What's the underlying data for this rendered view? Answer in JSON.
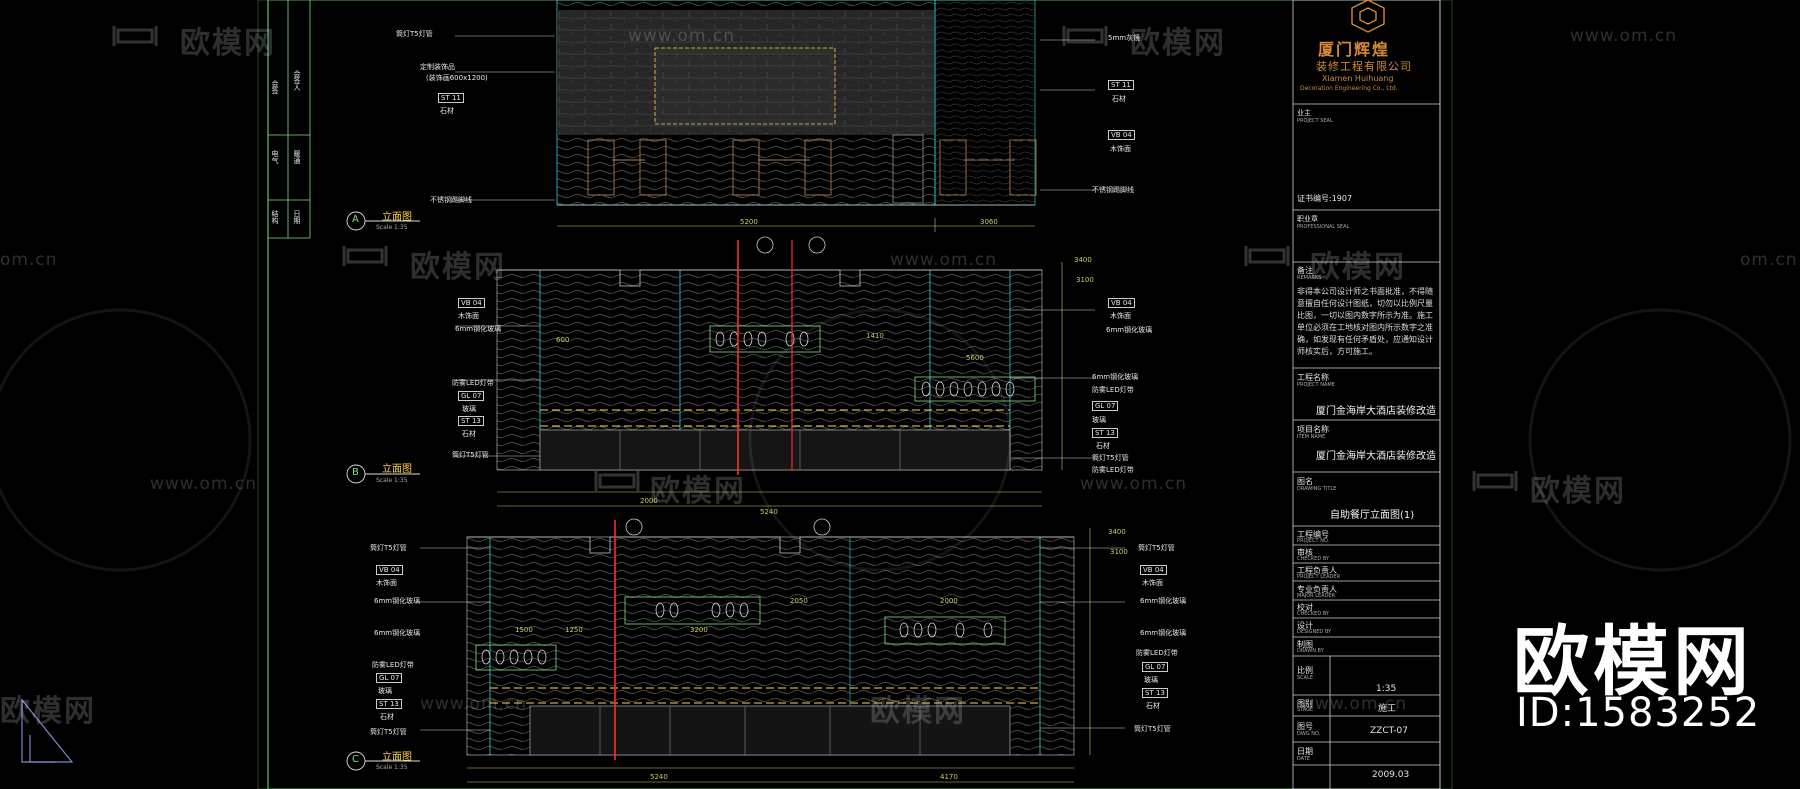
{
  "watermark": {
    "brand": "欧模网",
    "url": "www.om.cn",
    "url_short": "om.cn",
    "big_brand": "欧模网",
    "big_id": "ID:1583252"
  },
  "elevations": [
    {
      "letter": "A",
      "title": "立面图",
      "scale": "Scale 1:35"
    },
    {
      "letter": "B",
      "title": "立面图",
      "scale": "Scale 1:35"
    },
    {
      "letter": "C",
      "title": "立面图",
      "scale": "Scale 1:35"
    }
  ],
  "labels": {
    "a_left_1": "筒灯T5灯管",
    "a_left_2": "定制装饰品",
    "a_left_3": "(装饰画600x1200)",
    "a_left_4": "石材",
    "a_left_5": "不锈钢踢脚线",
    "a_right_1": "5mm灰镜",
    "a_right_2": "石材",
    "a_right_3": "木饰面",
    "a_right_4": "不锈钢踢脚线",
    "b_left_1": "木饰面",
    "b_left_2": "6mm钢化玻璃",
    "b_left_3": "防雾LED灯带",
    "b_left_4": "玻璃",
    "b_left_5": "石材",
    "b_left_6": "筒灯T5灯管",
    "b_right_1": "木饰面",
    "b_right_2": "6mm钢化玻璃",
    "b_right_3": "6mm钢化玻璃",
    "b_right_4": "防雾LED灯带",
    "b_right_5": "玻璃",
    "b_right_6": "石材",
    "b_right_7": "筒灯T5灯管",
    "b_right_8": "防雾LED灯带",
    "c_left_1": "筒灯T5灯管",
    "c_left_2": "木饰面",
    "c_left_3": "6mm钢化玻璃",
    "c_left_4": "6mm钢化玻璃",
    "c_left_5": "防雾LED灯带",
    "c_left_6": "玻璃",
    "c_left_7": "石材",
    "c_left_8": "筒灯T5灯管",
    "c_right_1": "筒灯T5灯管",
    "c_right_2": "木饰面",
    "c_right_3": "6mm钢化玻璃",
    "c_right_4": "6mm钢化玻璃",
    "c_right_5": "防雾LED灯带",
    "c_right_6": "玻璃",
    "c_right_7": "石材",
    "c_right_8": "筒灯T5灯管"
  },
  "tags": {
    "st11": "ST 11",
    "vb04": "VB 04",
    "gl07": "GL 07",
    "st13": "ST 13"
  },
  "dims": {
    "a1": "5200",
    "a2": "3060",
    "b1": "3400",
    "b2": "3100",
    "b3": "600",
    "b4": "2000",
    "b5": "1410",
    "b6": "5600",
    "b_total": "5240",
    "c1": "3400",
    "c2": "3100",
    "c3": "2050",
    "c4": "2000",
    "c5": "1500",
    "c6": "1250",
    "c7": "5240",
    "c8": "4170",
    "c9": "3200"
  },
  "title_block": {
    "company_cn": "厦门辉煌",
    "company_cn2": "装修工程有限公司",
    "company_en1": "Xiamen Huihuang",
    "company_en2": "Decoration Engineering Co., Ltd.",
    "row1_label": "业主",
    "row1_en": "PROJECT SEAL",
    "row2_label": "职业章",
    "row2_en": "PROFESSIONAL SEAL",
    "cert": "证书编号:1907",
    "notes_title": "备注",
    "notes_en": "REMARKS",
    "notes_body": "非得本公司设计师之书面批准，不得随意擅自任何设计图纸，切勿以比例尺量比图，一切以图内数字所示为准。施工单位必须在工地核对图内所示数字之准确，如发现有任何矛盾处，应通知设计师核实后，方可施工。",
    "project_label": "工程名称",
    "project_en": "PROJECT NAME",
    "project_value": "厦门金海岸大酒店装修改造",
    "item_label": "项目名称",
    "item_en": "ITEM NAME",
    "item_value": "厦门金海岸大酒店装修改造",
    "drawing_label": "图名",
    "drawing_en": "DRAWING TITLE",
    "drawing_value": "自助餐厅立面图(1)",
    "r1_label": "工程编号",
    "r1_en": "PROJECT NO.",
    "r2_label": "审核",
    "r2_en": "CHECKED BY",
    "r3_label": "工程负责人",
    "r3_en": "PROJECT LEADER",
    "r4_label": "专业负责人",
    "r4_en": "MAJOR LEADER",
    "r5_label": "校对",
    "r5_en": "CHECKED BY",
    "r6_label": "设计",
    "r6_en": "DESIGNED BY",
    "r7_label": "制图",
    "r7_en": "DRAWN BY",
    "scale_label": "比例",
    "scale_en": "SCALE",
    "scale_value": "1:35",
    "stage_label": "图别",
    "stage_en": "STAGE",
    "stage_value": "施工",
    "num_label": "图号",
    "num_en": "DWG NO.",
    "num_value": "ZZCT-07",
    "date_label": "日期",
    "date_en": "DATE",
    "date_value": "2009.03"
  },
  "left_strip": {
    "t1": "会签",
    "t2": "专业",
    "t3": "会签人",
    "t4": "日期",
    "t5": "给排水",
    "t6": "电气",
    "t7": "暖通",
    "t8": "结构"
  },
  "colors": {
    "frame": "#7fe07f",
    "cyan": "#30d6d6",
    "red": "#ff2a2a",
    "yellow": "#ffd24a",
    "dim": "#cccc66"
  }
}
